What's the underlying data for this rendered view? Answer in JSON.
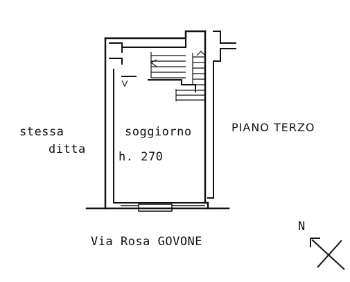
{
  "labels": {
    "neighbor_line1": "stessa",
    "neighbor_line2": "ditta",
    "room_name": "soggiorno",
    "room_height": "h. 270",
    "floor": "PIANO TERZO",
    "street": "Via Rosa GOVONE",
    "north": "N"
  }
}
